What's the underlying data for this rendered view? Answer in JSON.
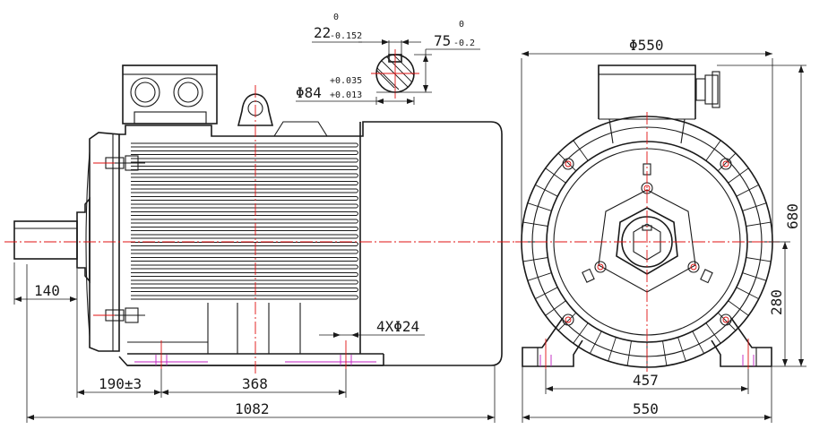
{
  "dimensions": {
    "key_width": "22",
    "key_width_tol_upper": "0",
    "key_width_tol_lower": "-0.152",
    "shaft_key_height": "75",
    "shaft_key_height_tol_upper": "0",
    "shaft_key_height_tol_lower": "-0.2",
    "shaft_diameter": "Φ84",
    "shaft_diameter_tol_upper": "+0.035",
    "shaft_diameter_tol_lower": "+0.013",
    "shaft_extension": "140",
    "holes": "4XΦ24",
    "end_to_hole": "190±3",
    "hole_spacing_side": "368",
    "overall_length": "1082",
    "flange_diameter": "Φ550",
    "overall_height": "680",
    "center_height": "280",
    "hole_spacing_front": "457",
    "base_width": "550"
  },
  "colors": {
    "outline": "#1a1a1a",
    "centerline": "#e01010",
    "hatch": "#c020c0"
  }
}
